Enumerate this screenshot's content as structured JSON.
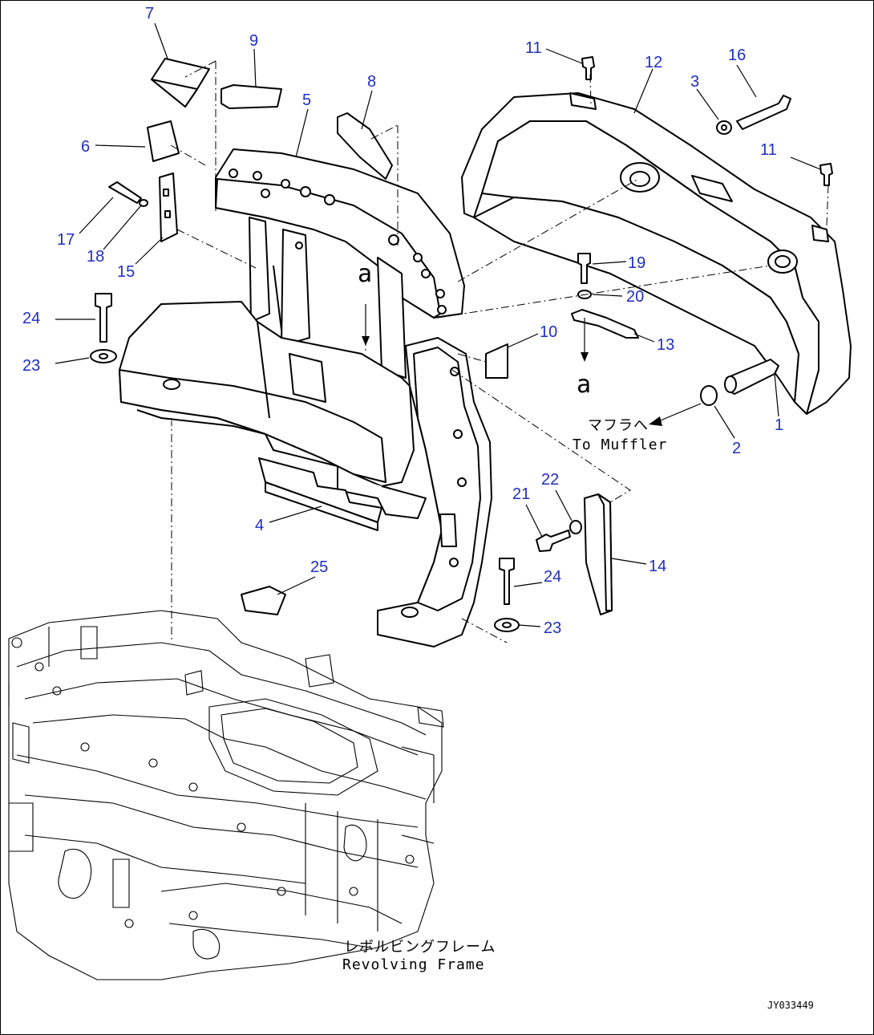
{
  "diagram": {
    "callouts": [
      {
        "id": "c7",
        "text": "7"
      },
      {
        "id": "c9",
        "text": "9"
      },
      {
        "id": "c8",
        "text": "8"
      },
      {
        "id": "c5",
        "text": "5"
      },
      {
        "id": "c6",
        "text": "6"
      },
      {
        "id": "c17",
        "text": "17"
      },
      {
        "id": "c18",
        "text": "18"
      },
      {
        "id": "c15",
        "text": "15"
      },
      {
        "id": "c24a",
        "text": "24"
      },
      {
        "id": "c23a",
        "text": "23"
      },
      {
        "id": "c4",
        "text": "4"
      },
      {
        "id": "c25",
        "text": "25"
      },
      {
        "id": "c11a",
        "text": "11"
      },
      {
        "id": "c12",
        "text": "12"
      },
      {
        "id": "c3",
        "text": "3"
      },
      {
        "id": "c16",
        "text": "16"
      },
      {
        "id": "c11b",
        "text": "11"
      },
      {
        "id": "c19",
        "text": "19"
      },
      {
        "id": "c20",
        "text": "20"
      },
      {
        "id": "c13",
        "text": "13"
      },
      {
        "id": "c10",
        "text": "10"
      },
      {
        "id": "c1",
        "text": "1"
      },
      {
        "id": "c2",
        "text": "2"
      },
      {
        "id": "c22",
        "text": "22"
      },
      {
        "id": "c21",
        "text": "21"
      },
      {
        "id": "c14",
        "text": "14"
      },
      {
        "id": "c24b",
        "text": "24"
      },
      {
        "id": "c23b",
        "text": "23"
      }
    ],
    "ref_marks": [
      "a",
      "a"
    ],
    "labels": {
      "muffler_jp": "マフラへ",
      "muffler_en": "To Muffler",
      "frame_jp": "レボルビングフレーム",
      "frame_en": "Revolving Frame",
      "drawing_code": "JY033449"
    }
  }
}
